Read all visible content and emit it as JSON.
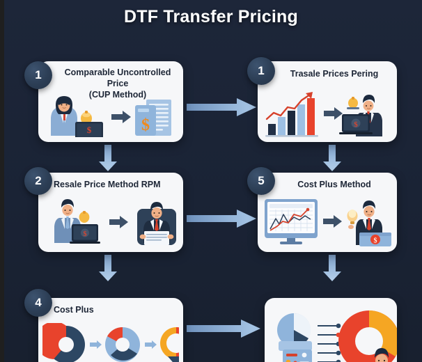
{
  "page": {
    "title": "DTF Transfer Pricing",
    "background_color": "#1b2436",
    "card_color": "#f6f7f9",
    "badge_color": "#2c3e55",
    "accent_blue": "#8fb4db",
    "accent_red": "#e8402a",
    "accent_orange": "#f5a623",
    "accent_navy": "#2a3b52"
  },
  "cards": [
    {
      "badge": "1",
      "title": "Comparable Uncontrolled Price (CUP Method)",
      "title_line1": "Comparable Uncontrolled Price",
      "title_line2": "(CUP Method)",
      "illustration": "businesswoman-laptop-to-documents",
      "position": "top-left"
    },
    {
      "badge": "1",
      "title": "Trasale Prices Pering",
      "illustration": "growth-bar-chart-to-businessman-laptop",
      "position": "top-right"
    },
    {
      "badge": "2",
      "title": "Resale Price Method RPM",
      "illustration": "businessman-laptop-to-businessman-document",
      "position": "middle-left"
    },
    {
      "badge": "5",
      "title": "Cost Plus Method",
      "illustration": "monitor-line-chart-to-businessman-briefcase",
      "position": "middle-right"
    },
    {
      "badge": "4",
      "title": "Cost Plus",
      "illustration": "three-donut-charts",
      "position": "bottom-left"
    },
    {
      "badge": "",
      "title": "",
      "illustration": "dashboard-pie-charts-with-businessman",
      "position": "bottom-right"
    }
  ],
  "connectors": [
    {
      "name": "arrow-top-left-to-top-right",
      "direction": "right"
    },
    {
      "name": "arrow-middle-left-to-middle-right",
      "direction": "right"
    },
    {
      "name": "arrow-bottom-left-to-bottom-right",
      "direction": "right"
    },
    {
      "name": "arrow-top-left-down-to-middle-left",
      "direction": "down"
    },
    {
      "name": "arrow-top-right-down-to-middle-right",
      "direction": "down"
    },
    {
      "name": "arrow-middle-left-down-to-bottom-left",
      "direction": "down"
    },
    {
      "name": "arrow-middle-right-down-to-bottom-right",
      "direction": "down"
    }
  ]
}
